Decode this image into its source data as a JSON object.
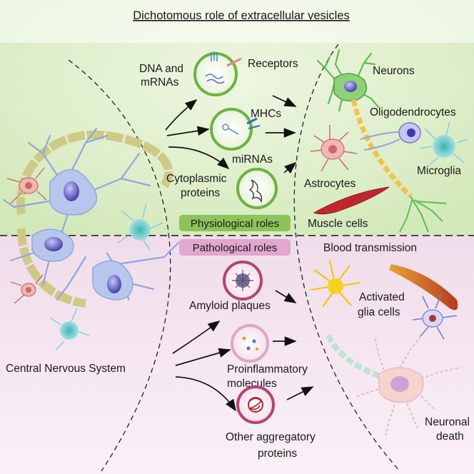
{
  "title": "Dichotomous role of extracellular vesicles",
  "cns_label": "Central Nervous System",
  "physiological": {
    "badge": "Physiological roles",
    "cargo": {
      "dna_line1": "DNA and",
      "dna_line2": "mRNAs",
      "receptors": "Receptors",
      "mhcs": "MHCs",
      "mirnas": "miRNAs",
      "cyto_line1": "Cytoplasmic",
      "cyto_line2": "proteins"
    },
    "targets": {
      "neurons": "Neurons",
      "oligodendrocytes": "Oligodendrocytes",
      "astrocytes": "Astrocytes",
      "microglia": "Microglia",
      "muscle": "Muscle cells"
    }
  },
  "pathological": {
    "badge": "Pathological roles",
    "cargo": {
      "amyloid": "Amyloid plaques",
      "proinf_line1": "Proinflammatory",
      "proinf_line2": "molecules",
      "other_line1": "Other aggregatory",
      "other_line2": "proteins"
    },
    "outcomes": {
      "blood": "Blood transmission",
      "glia_line1": "Activated",
      "glia_line2": "glia cells",
      "death_line1": "Neuronal",
      "death_line2": "death"
    }
  },
  "colors": {
    "physio_bg": "#dcedc8",
    "patho_bg": "#f3dcea",
    "physio_badge": "#8cc35a",
    "patho_badge": "#e2a6cf",
    "vesicle_green": "#6cb33e",
    "vesicle_pink": "#b5446e",
    "neuron_blue": "#b8c6ee",
    "myelin": "#cfc987"
  }
}
